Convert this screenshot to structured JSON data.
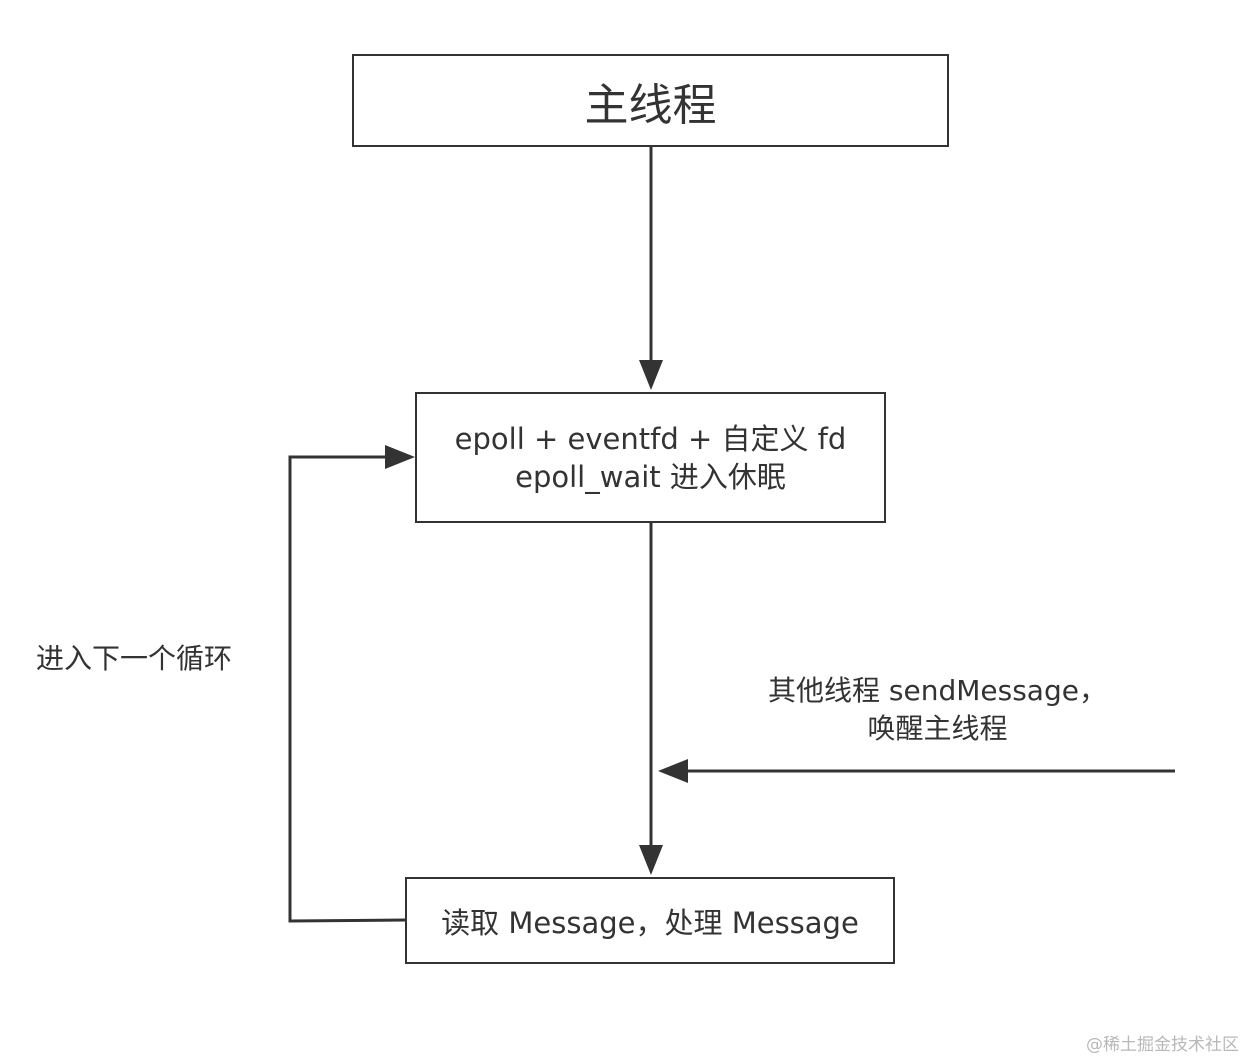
{
  "diagram": {
    "main_thread_box": "主线程",
    "epoll_box": {
      "line1": "epoll + eventfd + 自定义 fd",
      "line2": "epoll_wait 进入休眠"
    },
    "read_box": "读取 Message，处理 Message",
    "loop_label": "进入下一个循环",
    "wake_label": {
      "line1": "其他线程 sendMessage，",
      "line2": "唤醒主线程"
    }
  },
  "watermark": "@稀土掘金技术社区",
  "colors": {
    "stroke": "#333333",
    "background": "#ffffff",
    "watermark": "#b8b8b8"
  }
}
